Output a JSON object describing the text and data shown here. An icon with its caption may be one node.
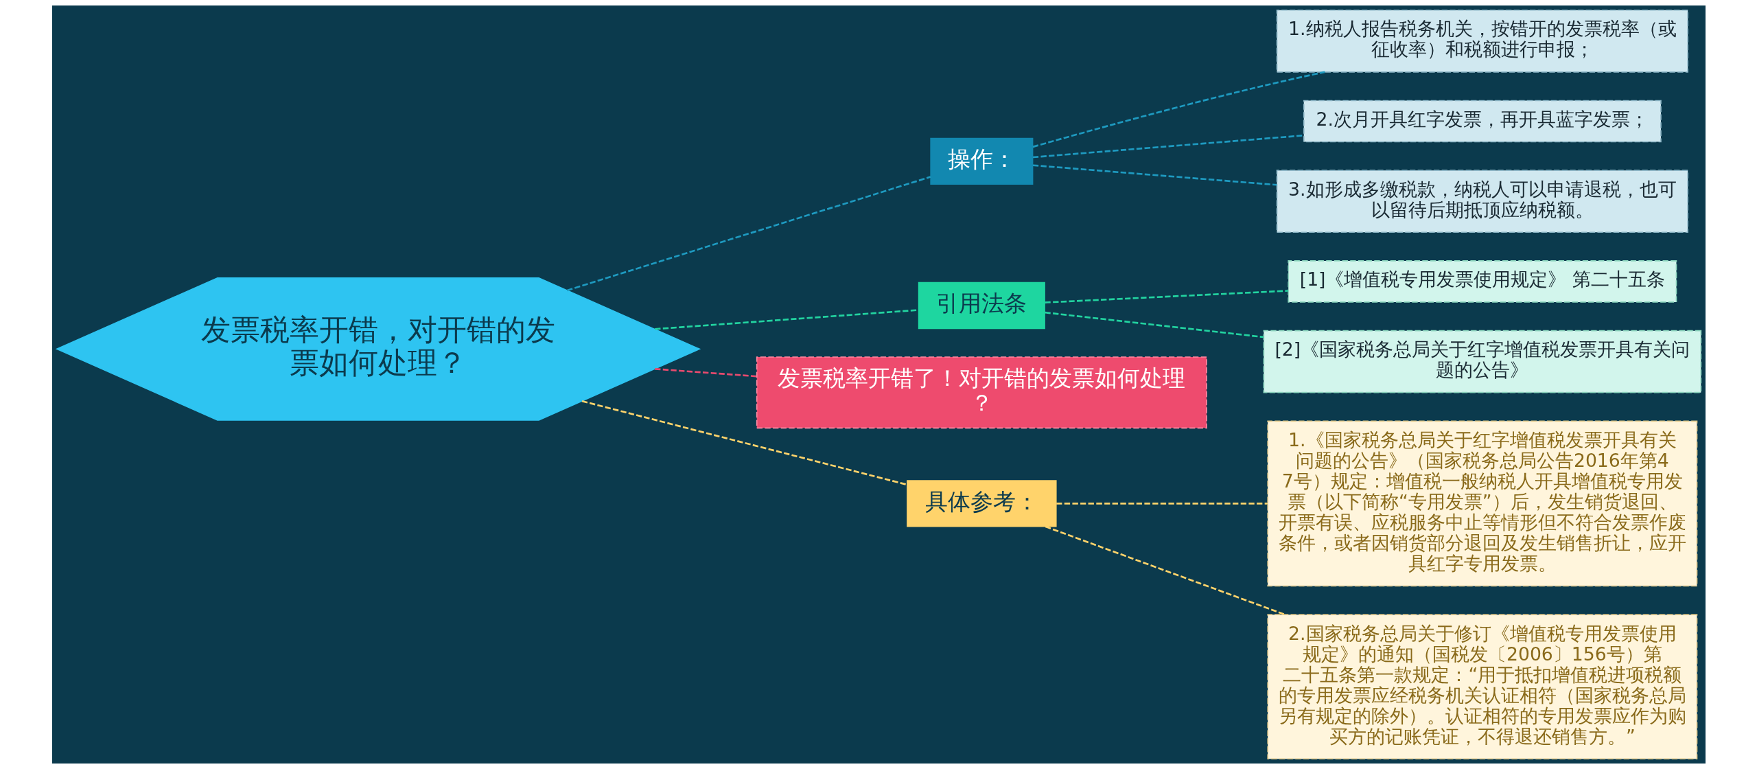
{
  "diagram": {
    "nodes": [
      {
        "text": [
          "发票税率开错，对开错的发票如何处理？"
        ]
      },
      {
        "text": [
          "操作："
        ]
      },
      {
        "text": [
          "1.纳税人报告税务机关，按错开的发票税率（或征收率）和税额进行申报；"
        ]
      },
      {
        "text": [
          "2.次月开具红字发票，再开具蓝字发票；"
        ]
      },
      {
        "text": [
          "3.如形成多缴税款，纳税人可以申请退税，也可以留待后期抵顶应纳税额。"
        ]
      },
      {
        "text": [
          "引用法条"
        ]
      },
      {
        "text": [
          "[1]《增值税专用发票使用规定》 第二十五条"
        ]
      },
      {
        "text": [
          "[2]《国家税务总局关于红字增值税发票开具有关问题的公告》"
        ]
      },
      {
        "text": [
          "发票税率开错了！对开错的发票如何处理？"
        ]
      },
      {
        "text": [
          "具体参考："
        ]
      },
      {
        "text": [
          "1.《国家税务总局关于红字增值税发票开具有关问题的公告》（国家税务总局公告2016年第47号）规定：增值税一般纳税人开具增值税专用发票（以下简称“专用发票”）后，发生销货退回、开票有误、应税服务中止等情形但不符合发票作废条件，或者因销货部分退回及发生销售折让，应开具红字专用发票。"
        ]
      },
      {
        "text": [
          "2.国家税务总局关于修订《增值税专用发票使用规定》的通知（国税发〔2006〕156号）第二十五条第一款规定：“用于抵扣增值税进项税额的专用发票应经税务机关认证相符（国家税务总局另有规定的除外）。认证相符的专用发票应作为购买方的记账凭证，不得退还销售方。”"
        ]
      }
    ],
    "edges": [
      {
        "from": 0,
        "to": 1,
        "arrow": "none",
        "style": "dashed",
        "color": "#1e9ac0"
      },
      {
        "from": 1,
        "to": 2,
        "arrow": "none",
        "style": "dashed",
        "color": "#1e9ac0"
      },
      {
        "from": 1,
        "to": 3,
        "arrow": "none",
        "style": "dashed",
        "color": "#1e9ac0"
      },
      {
        "from": 1,
        "to": 4,
        "arrow": "none",
        "style": "dashed",
        "color": "#1e9ac0"
      },
      {
        "from": 0,
        "to": 5,
        "arrow": "none",
        "style": "dashed",
        "color": "#22d3a0"
      },
      {
        "from": 5,
        "to": 6,
        "arrow": "none",
        "style": "dashed",
        "color": "#22d3a0"
      },
      {
        "from": 5,
        "to": 7,
        "arrow": "none",
        "style": "dashed",
        "color": "#22d3a0"
      },
      {
        "from": 0,
        "to": 8,
        "arrow": "none",
        "style": "dashed",
        "color": "#e84a6e"
      },
      {
        "from": 0,
        "to": 9,
        "arrow": "none",
        "style": "dashed",
        "color": "#ffd36b"
      },
      {
        "from": 9,
        "to": 10,
        "arrow": "none",
        "style": "dashed",
        "color": "#ffd36b"
      },
      {
        "from": 9,
        "to": 11,
        "arrow": "none",
        "style": "dashed",
        "color": "#ffd36b"
      }
    ]
  }
}
